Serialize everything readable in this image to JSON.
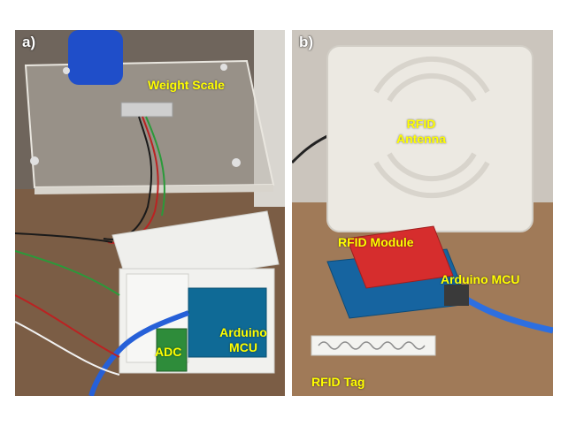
{
  "panels": {
    "a": {
      "letter": "a)",
      "labels": {
        "weight_scale": "Weight Scale",
        "adc": "ADC",
        "arduino_line1": "Arduino",
        "arduino_line2": "MCU"
      }
    },
    "b": {
      "letter": "b)",
      "labels": {
        "rfid_antenna_line1": "RFID",
        "rfid_antenna_line2": "Antenna",
        "rfid_module": "RFID Module",
        "arduino_mcu": "Arduino MCU",
        "rfid_tag": "RFID Tag"
      }
    }
  },
  "colors": {
    "label": "#ffff00",
    "panel_letter": "#ffffff"
  }
}
